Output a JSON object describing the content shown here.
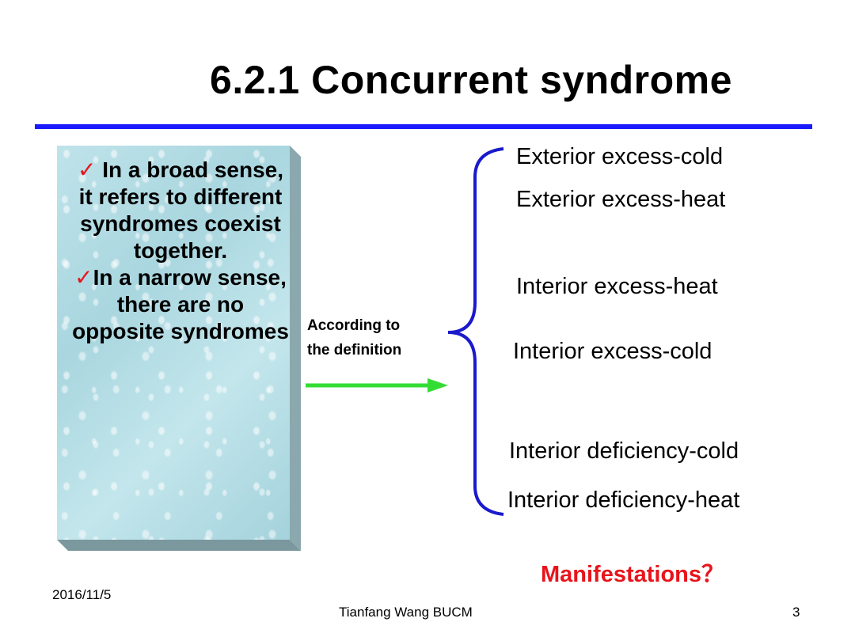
{
  "slide": {
    "title": "6.2.1 Concurrent syndrome"
  },
  "box": {
    "check_mark": "✓",
    "point1": "In a broad sense, it refers to different syndromes coexist together.",
    "point2": "In a narrow sense, there are no opposite syndromes"
  },
  "connector": {
    "line1": "According to",
    "line2": "the definition"
  },
  "items": [
    "Exterior excess-cold",
    "Exterior excess-heat",
    "Interior excess-heat",
    "Interior excess-cold",
    "Interior deficiency-cold",
    "Interior deficiency-heat"
  ],
  "manifestations": "Manifestations？",
  "footer": {
    "date": "2016/11/5",
    "author": "Tianfang Wang  BUCM",
    "page": "3"
  },
  "colors": {
    "title_rule": "#1a1aff",
    "brace": "#1a1acc",
    "arrow": "#33dd33",
    "accent_red": "#e8141b",
    "box_face": "#b4dce4"
  }
}
